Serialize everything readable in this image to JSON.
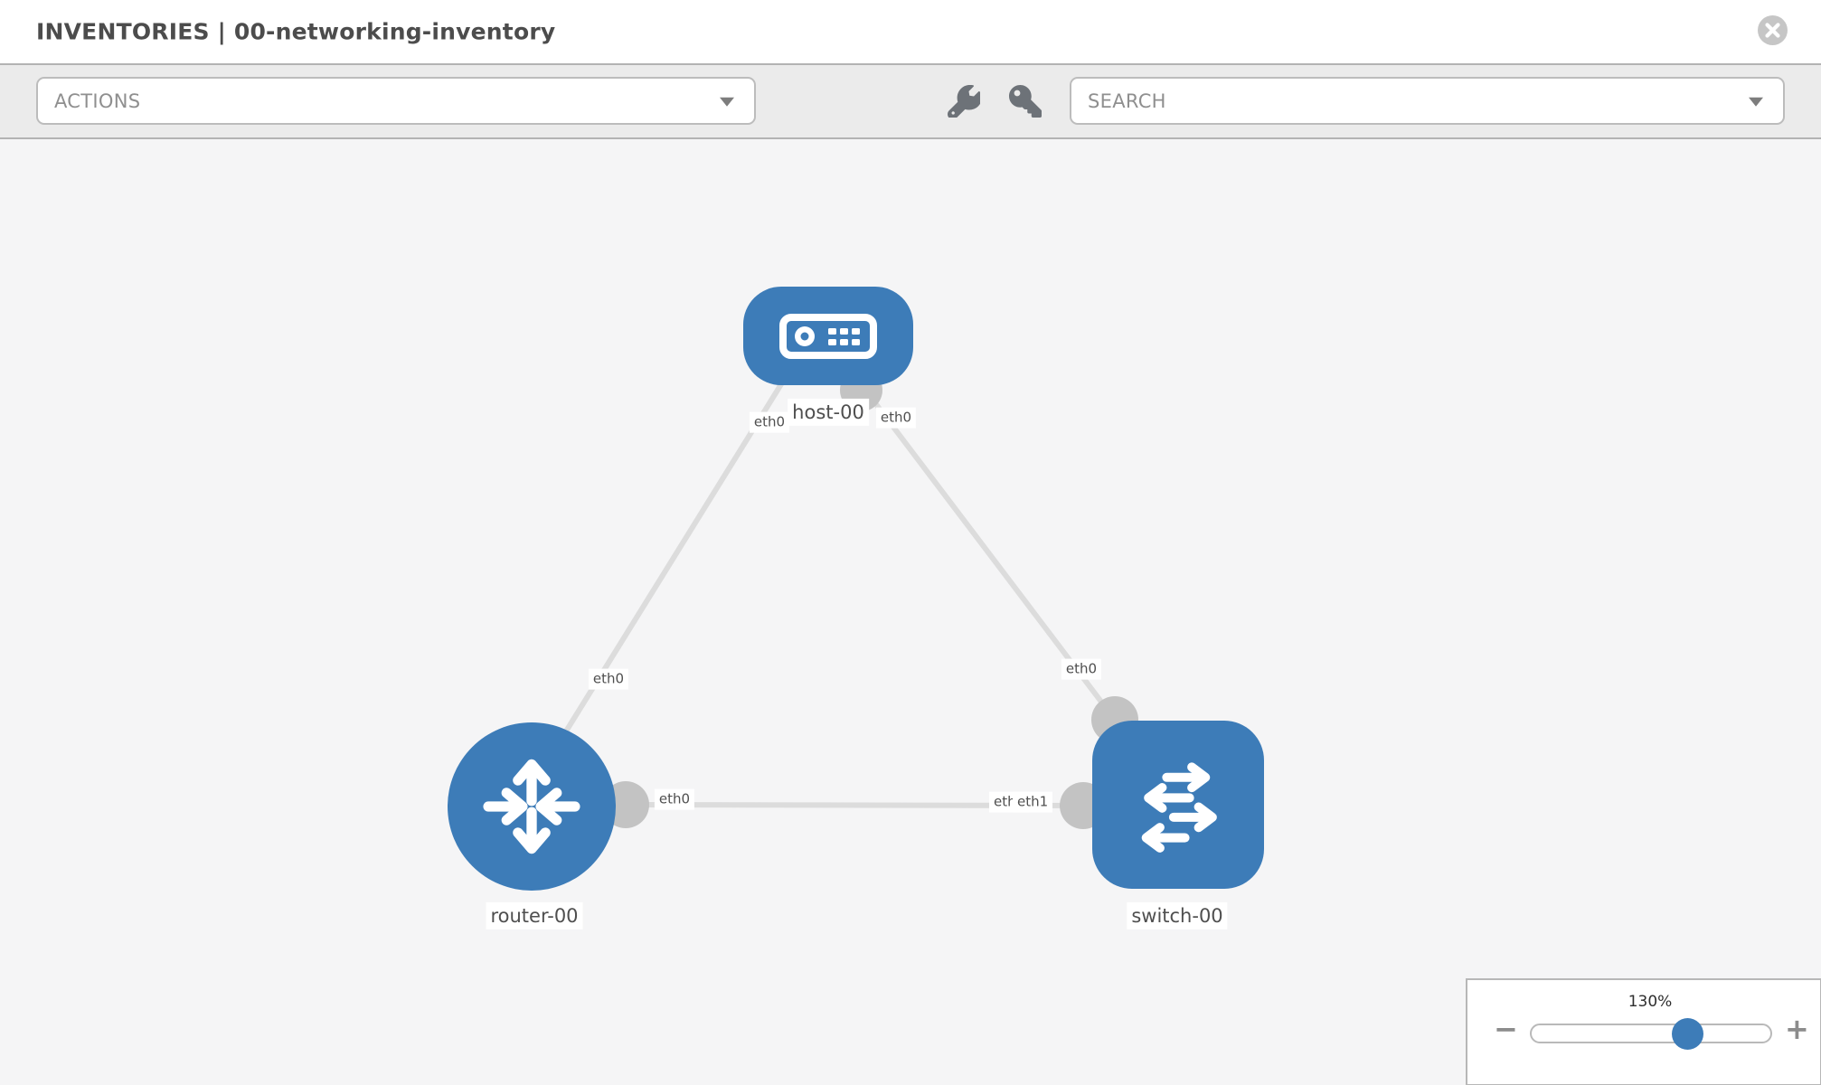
{
  "header": {
    "title": "INVENTORIES | 00-networking-inventory"
  },
  "toolbar": {
    "actions_label": "ACTIONS",
    "search_label": "SEARCH"
  },
  "topology": {
    "nodes": [
      {
        "id": "host-00",
        "type": "host"
      },
      {
        "id": "router-00",
        "type": "router"
      },
      {
        "id": "switch-00",
        "type": "switch"
      }
    ],
    "node_labels": {
      "host": "host-00",
      "router": "router-00",
      "switch": "switch-00"
    },
    "if_labels": {
      "host_left": "eth0",
      "host_right": "eth0",
      "router_top": "eth0",
      "router_right": "eth0",
      "switch_top": "eth0",
      "switch_left_under": "eth0",
      "switch_left": "eth1"
    },
    "links": [
      {
        "from": "host-00",
        "from_if": "eth0",
        "to": "router-00",
        "to_if": "eth0"
      },
      {
        "from": "host-00",
        "from_if": "eth0",
        "to": "switch-00",
        "to_if": "eth0"
      },
      {
        "from": "router-00",
        "from_if": "eth0",
        "to": "switch-00",
        "to_if": "eth1"
      }
    ]
  },
  "zoom": {
    "level": "130%",
    "minus": "−",
    "plus": "+"
  },
  "colors": {
    "node_blue": "#3d7cb8",
    "port_gray": "#c3c3c3",
    "edge_gray": "#dcdcdc",
    "toolbar_bg": "#ebebeb",
    "canvas_bg": "#f5f5f6",
    "chip_text": "#4f4f4f"
  }
}
